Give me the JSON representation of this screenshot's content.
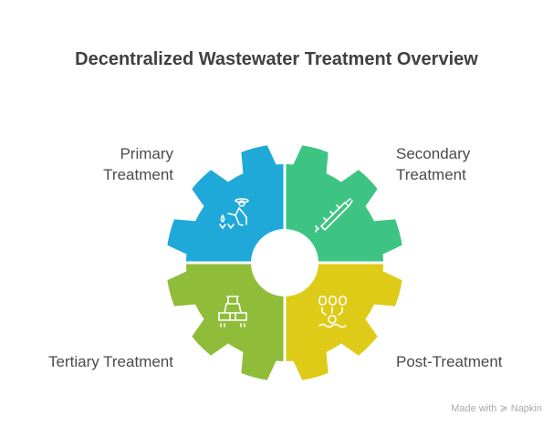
{
  "title": "Decentralized Wastewater Treatment Overview",
  "segments": [
    {
      "label": "Primary Treatment",
      "line1": "Primary",
      "line2": "Treatment",
      "color": "#1FA9D9",
      "icon": "farmer-planting-icon"
    },
    {
      "label": "Secondary Treatment",
      "line1": "Secondary",
      "line2": "Treatment",
      "color": "#3EC482",
      "icon": "syringe-pipe-icon"
    },
    {
      "label": "Tertiary Treatment",
      "color": "#8FBD3A",
      "icon": "building-filter-icon"
    },
    {
      "label": "Post-Treatment",
      "color": "#DECB18",
      "icon": "tanks-gear-water-icon"
    }
  ],
  "footer": {
    "made_with": "Made with",
    "brand": "Napkin"
  }
}
